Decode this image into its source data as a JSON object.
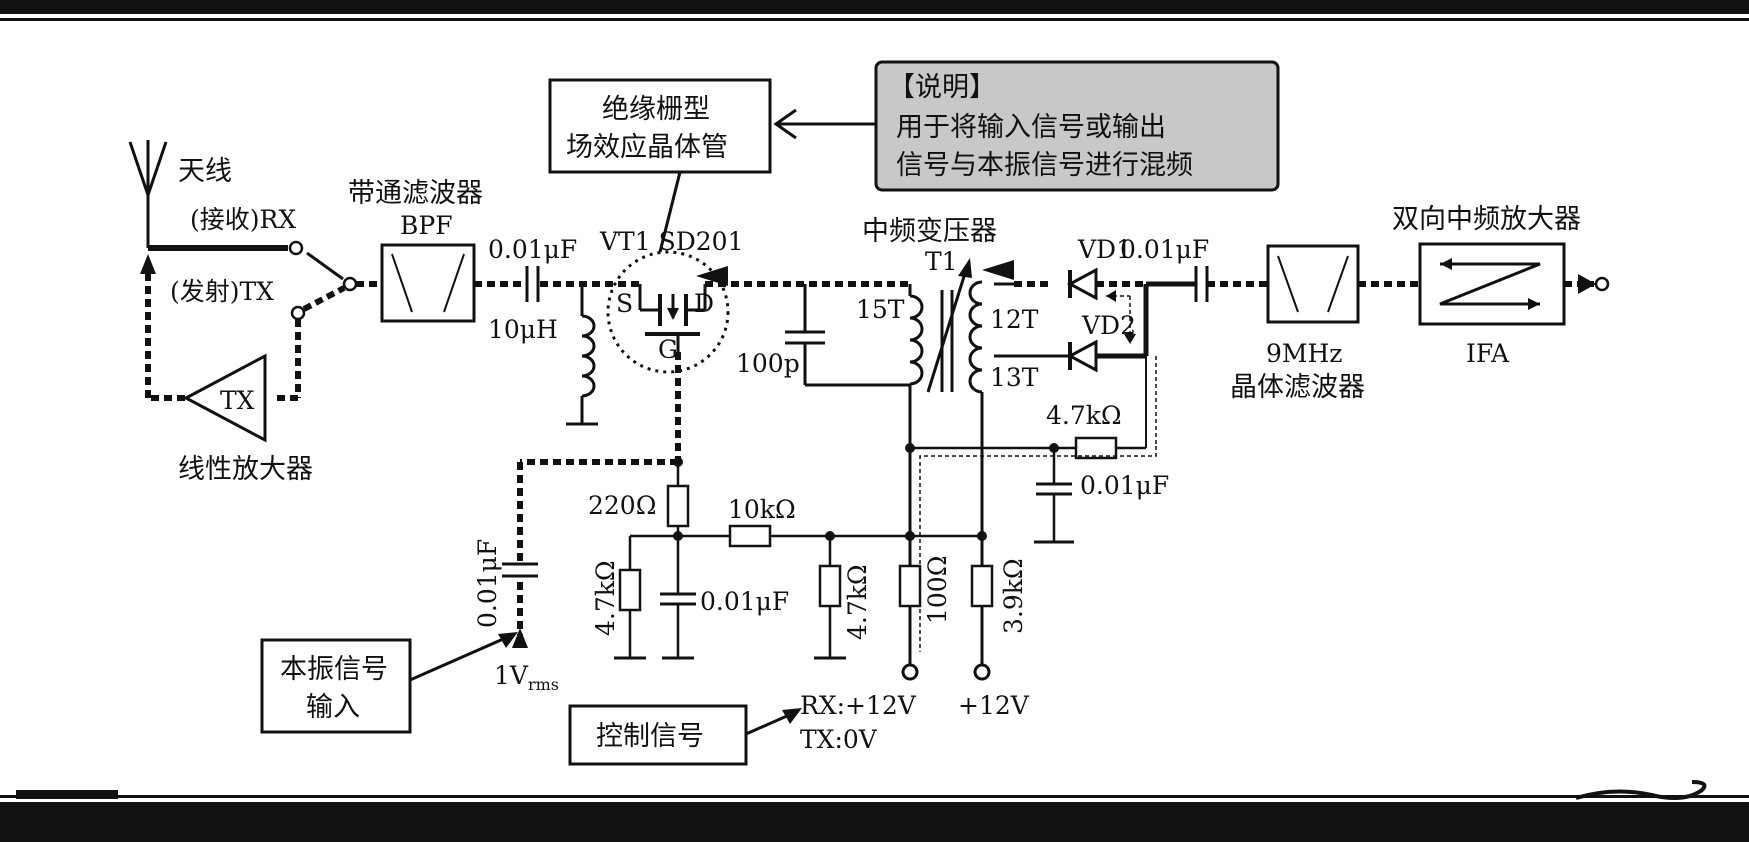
{
  "labels": {
    "antenna": "天线",
    "rx": "(接收)RX",
    "tx": "(发射)TX",
    "tx_amp": "TX",
    "linear_amp": "线性放大器",
    "bpf_cn": "带通滤波器",
    "bpf": "BPF",
    "cap1": "0.01μF",
    "inductor": "10μH",
    "fet_model": "VT1 SD201",
    "fet_s": "S",
    "fet_d": "D",
    "fet_g": "G",
    "ift_title": "中频变压器",
    "t1": "T1",
    "turns_15": "15T",
    "turns_12": "12T",
    "turns_13": "13T",
    "cap_100p": "100p",
    "vd1": "VD1",
    "vd2": "VD2",
    "cap2": "0.01μF",
    "r_4k7_a": "4.7kΩ",
    "cap3": "0.01μF",
    "bidir_amp": "双向中频放大器",
    "ifa": "IFA",
    "xtal_1": "9MHz",
    "xtal_2": "晶体滤波器",
    "r_220": "220Ω",
    "r_10k": "10kΩ",
    "r_4k7_b": "4.7kΩ",
    "cap4": "0.01μF",
    "r_4k7_c": "4.7kΩ",
    "r_100": "100Ω",
    "r_3k9": "3.9kΩ",
    "cap_lo": "0.01μF",
    "lo_level": "1V",
    "lo_level_sub": "rms",
    "rx_ctrl": "RX:+12V",
    "tx_ctrl": "TX:0V",
    "plus12v": "+12V"
  },
  "boxes": {
    "fet_box_line1": "绝缘栅型",
    "fet_box_line2": "场效应晶体管",
    "note_line1": "【说明】",
    "note_line2": "用于将输入信号或输出",
    "note_line3": "信号与本振信号进行混频",
    "lo_box_line1": "本振信号",
    "lo_box_line2": "输入",
    "ctrl_box": "控制信号"
  },
  "colors": {
    "ink": "#111111",
    "note_fill": "#c8c8c8",
    "background": "#ffffff"
  }
}
